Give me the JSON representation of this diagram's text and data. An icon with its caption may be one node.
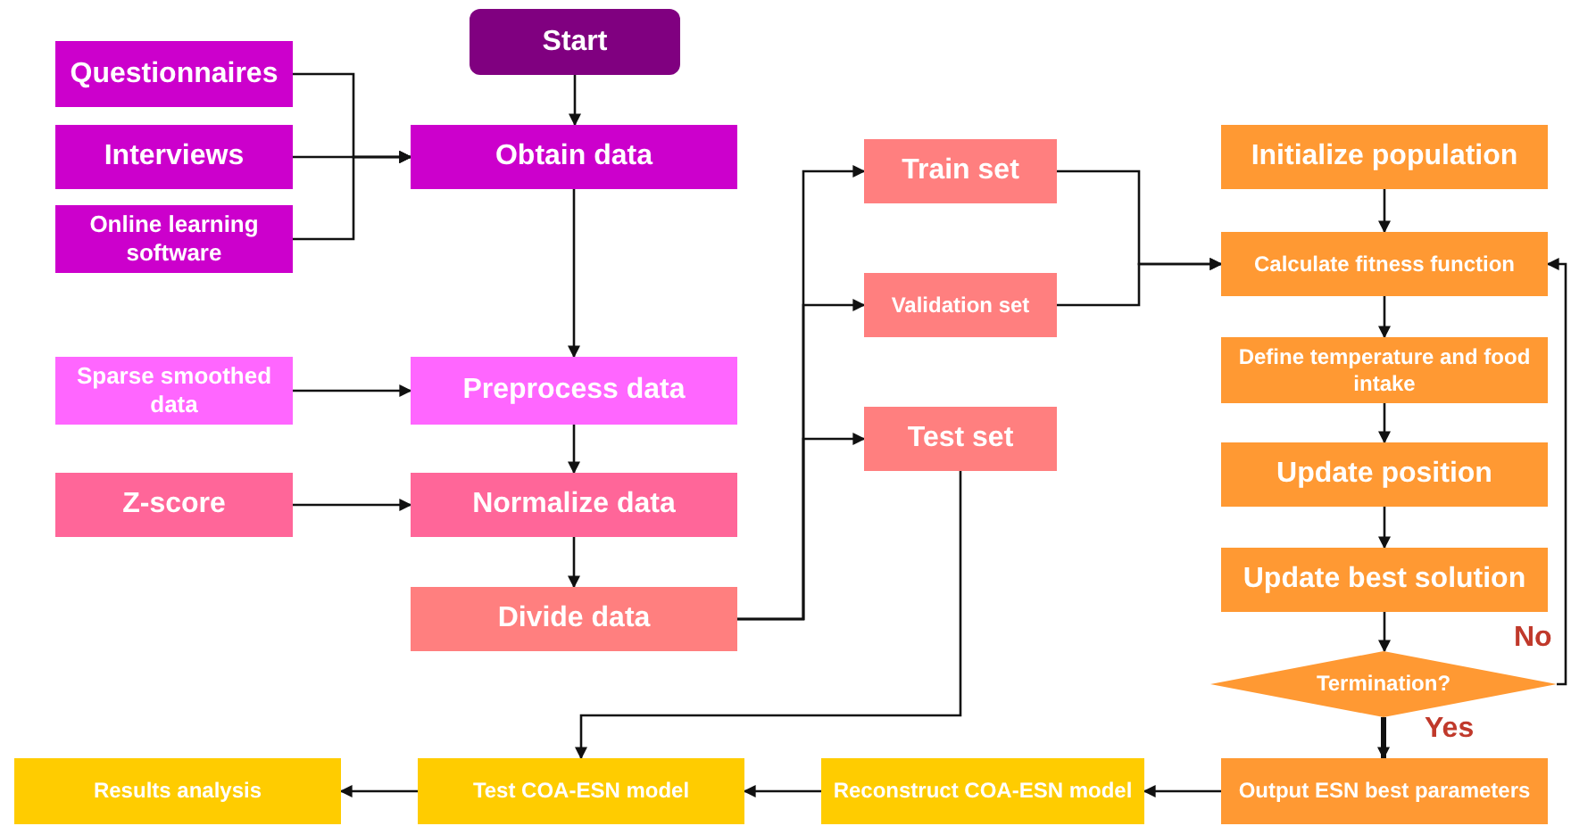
{
  "diagram": {
    "nodes": [
      {
        "text": [
          "Start"
        ]
      },
      {
        "text": [
          "Questionnaires"
        ]
      },
      {
        "text": [
          "Interviews"
        ]
      },
      {
        "text": [
          "Online learning software"
        ]
      },
      {
        "text": [
          "Obtain data"
        ]
      },
      {
        "text": [
          "Sparse smoothed data"
        ]
      },
      {
        "text": [
          "Preprocess data"
        ]
      },
      {
        "text": [
          "Z-score"
        ]
      },
      {
        "text": [
          "Normalize data"
        ]
      },
      {
        "text": [
          "Divide data"
        ]
      },
      {
        "text": [
          "Train set"
        ]
      },
      {
        "text": [
          "Validation set"
        ]
      },
      {
        "text": [
          "Test set"
        ]
      },
      {
        "text": [
          "Initialize population"
        ]
      },
      {
        "text": [
          "Calculate fitness function"
        ]
      },
      {
        "text": [
          "Define temperature and food intake"
        ]
      },
      {
        "text": [
          "Update position"
        ]
      },
      {
        "text": [
          "Update best solution"
        ]
      },
      {
        "text": [
          "Termination?"
        ]
      },
      {
        "text": [
          "Output ESN best parameters"
        ]
      },
      {
        "text": [
          "Reconstruct COA-ESN model"
        ]
      },
      {
        "text": [
          "Test COA-ESN model"
        ]
      },
      {
        "text": [
          "Results analysis"
        ]
      }
    ],
    "edges": [
      {
        "from": 0,
        "to": 4,
        "arrow": "to"
      },
      {
        "from": 1,
        "to": 4,
        "arrow": "to"
      },
      {
        "from": 2,
        "to": 4,
        "arrow": "to"
      },
      {
        "from": 3,
        "to": 4,
        "arrow": "to"
      },
      {
        "from": 4,
        "to": 6,
        "arrow": "to"
      },
      {
        "from": 5,
        "to": 6,
        "arrow": "to"
      },
      {
        "from": 6,
        "to": 8,
        "arrow": "to"
      },
      {
        "from": 7,
        "to": 8,
        "arrow": "to"
      },
      {
        "from": 8,
        "to": 9,
        "arrow": "to"
      },
      {
        "from": 9,
        "to": 10,
        "arrow": "to"
      },
      {
        "from": 9,
        "to": 11,
        "arrow": "to"
      },
      {
        "from": 9,
        "to": 12,
        "arrow": "to"
      },
      {
        "from": 10,
        "to": 14,
        "arrow": "to"
      },
      {
        "from": 11,
        "to": 14,
        "arrow": "to"
      },
      {
        "from": 13,
        "to": 14,
        "arrow": "to"
      },
      {
        "from": 14,
        "to": 15,
        "arrow": "to"
      },
      {
        "from": 15,
        "to": 16,
        "arrow": "to"
      },
      {
        "from": 16,
        "to": 17,
        "arrow": "to"
      },
      {
        "from": 17,
        "to": 18,
        "arrow": "to"
      },
      {
        "from": 18,
        "to": 19,
        "arrow": "to",
        "label": "Yes",
        "style": "thick"
      },
      {
        "from": 18,
        "to": 14,
        "arrow": "to",
        "label": "No"
      },
      {
        "from": 19,
        "to": 20,
        "arrow": "to"
      },
      {
        "from": 20,
        "to": 21,
        "arrow": "to"
      },
      {
        "from": 21,
        "to": 22,
        "arrow": "to"
      },
      {
        "from": 12,
        "to": 21,
        "arrow": "to"
      }
    ]
  }
}
